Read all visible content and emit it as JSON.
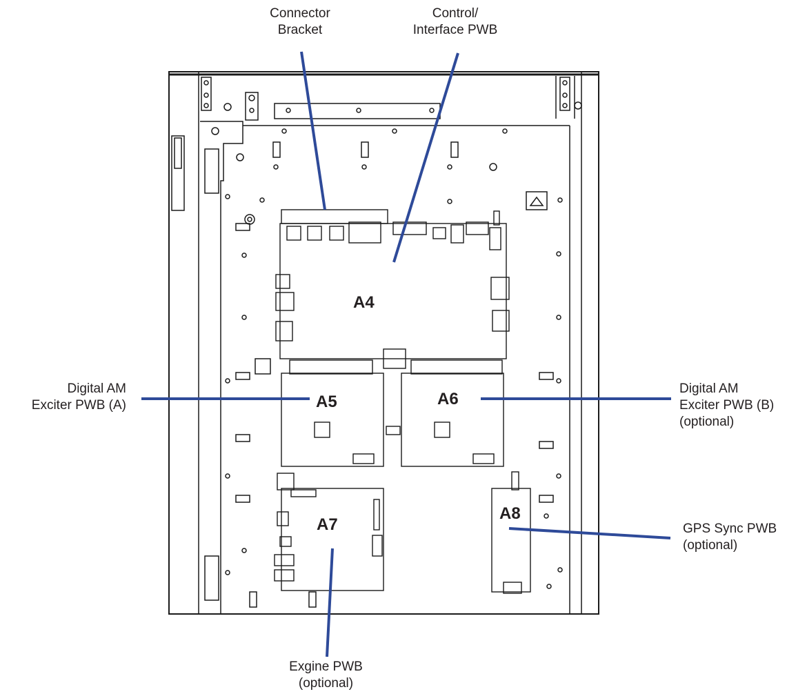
{
  "callouts": {
    "connector_bracket": "Connector\nBracket",
    "control_interface": "Control/\nInterface PWB",
    "exciter_a": "Digital AM\nExciter PWB (A)",
    "exciter_b": "Digital AM\nExciter PWB (B)\n(optional)",
    "gps_sync": "GPS Sync PWB\n(optional)",
    "exgine": "Exgine PWB\n(optional)"
  },
  "boards": {
    "a4": "A4",
    "a5": "A5",
    "a6": "A6",
    "a7": "A7",
    "a8": "A8"
  },
  "colors": {
    "leader_line": "#2e4a99",
    "outline": "#1a1a1a",
    "text": "#231f20",
    "background": "#ffffff"
  }
}
